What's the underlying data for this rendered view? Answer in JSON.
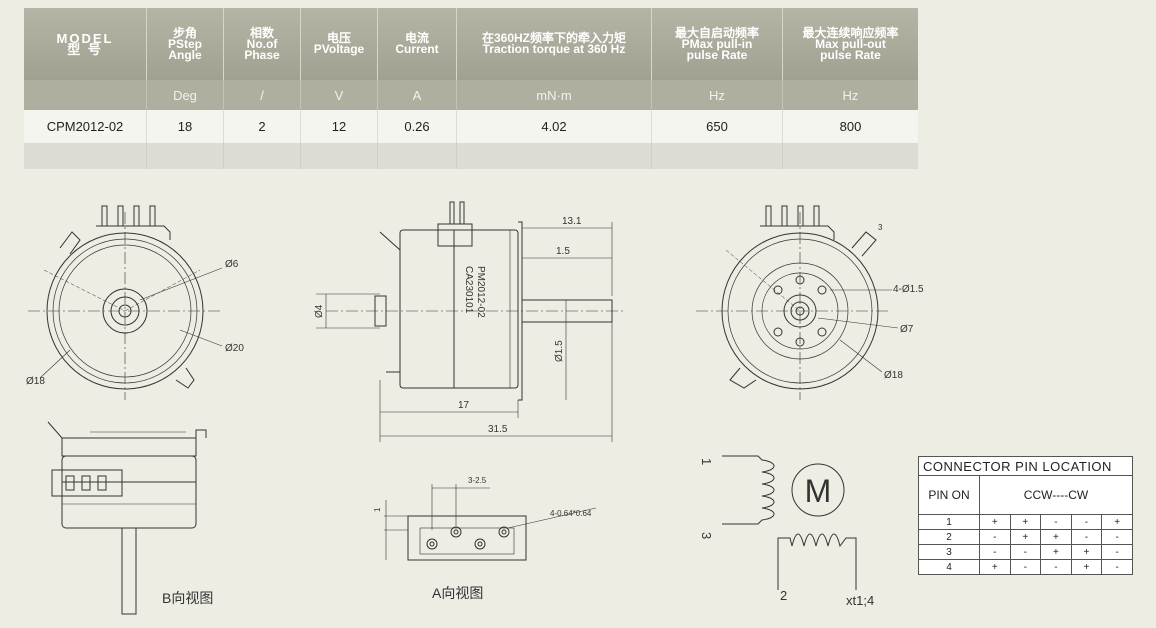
{
  "spec_table": {
    "headers": [
      {
        "l1": "MODEL",
        "l2": "型 号",
        "l3": ""
      },
      {
        "l1": "步角",
        "l2": "PStep",
        "l3": "Angle"
      },
      {
        "l1": "相数",
        "l2": "No.of",
        "l3": "Phase"
      },
      {
        "l1": "电压",
        "l2": "PVoltage",
        "l3": ""
      },
      {
        "l1": "电流",
        "l2": "Current",
        "l3": ""
      },
      {
        "l1": "在360HZ频率下的牵入力矩",
        "l2": "Traction torque at 360 Hz",
        "l3": ""
      },
      {
        "l1": "最大自启动频率",
        "l2": "PMax pull-in",
        "l3": "pulse Rate"
      },
      {
        "l1": "最大连续响应频率",
        "l2": "Max pull-out",
        "l3": "pulse Rate"
      }
    ],
    "units": [
      "",
      "Deg",
      "/",
      "V",
      "A",
      "mN·m",
      "Hz",
      "Hz"
    ],
    "row": [
      "CPM2012-02",
      "18",
      "2",
      "12",
      "0.26",
      "4.02",
      "650",
      "800"
    ]
  },
  "drawing": {
    "front": {
      "d6": "Ø6",
      "d20": "Ø20",
      "d18": "Ø18"
    },
    "side": {
      "marking1": "PM2012-02",
      "marking2": "CA230101",
      "dim_131": "13.1",
      "dim_15": "1.5",
      "dim_d4": "Ø4",
      "dim_d15": "Ø1.5",
      "dim_17": "17",
      "dim_315": "31.5"
    },
    "back": {
      "holes": "4-Ø1.5",
      "d7": "Ø7",
      "d18": "Ø18",
      "small": "3"
    },
    "b_view": {
      "label": "B向视图"
    },
    "a_view": {
      "label": "A向视图",
      "dim_pitch": "3-2.5",
      "dim_1": "1",
      "dim_pins": "4-0.64*0.64"
    },
    "schematic": {
      "motor": "M",
      "t1": "1",
      "t3": "3",
      "t2": "2",
      "t4": "xt1;4"
    }
  },
  "pin_table": {
    "title": "CONNECTOR PIN LOCATION",
    "pin_on": "PIN ON",
    "direction": "CCW----CW",
    "rows": [
      {
        "pin": "1",
        "states": [
          "+",
          "+",
          "-",
          "-",
          "+"
        ]
      },
      {
        "pin": "2",
        "states": [
          "-",
          "+",
          "+",
          "-",
          "-"
        ]
      },
      {
        "pin": "3",
        "states": [
          "-",
          "-",
          "+",
          "+",
          "-"
        ]
      },
      {
        "pin": "4",
        "states": [
          "+",
          "-",
          "-",
          "+",
          "-"
        ]
      }
    ]
  }
}
